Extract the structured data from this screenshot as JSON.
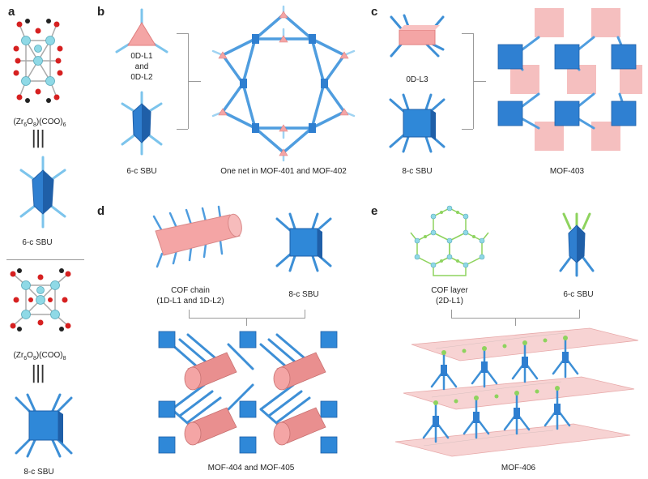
{
  "panels": {
    "a": {
      "label": "a",
      "formula1_main": "(Zr",
      "formula1_sub1": "6",
      "formula1_mid": "O",
      "formula1_sub2": "8",
      "formula1_end": ")(COO)",
      "formula1_sub3": "6",
      "sbu1_caption": "6-c SBU",
      "formula2_main": "(Zr",
      "formula2_sub1": "6",
      "formula2_mid": "O",
      "formula2_sub2": "8",
      "formula2_end": ")(COO)",
      "formula2_sub3": "8",
      "sbu2_caption": "8-c SBU"
    },
    "b": {
      "label": "b",
      "linker_caption_line1": "0D-L1",
      "linker_caption_line2": "and",
      "linker_caption_line3": "0D-L2",
      "sbu_caption": "6-c SBU",
      "net_caption": "One net in MOF-401 and MOF-402"
    },
    "c": {
      "label": "c",
      "linker_caption": "0D-L3",
      "sbu_caption": "8-c SBU",
      "net_caption": "MOF-403"
    },
    "d": {
      "label": "d",
      "chain_caption_line1": "COF chain",
      "chain_caption_line2": "(1D-L1 and 1D-L2)",
      "sbu_caption": "8-c SBU",
      "net_caption": "MOF-404 and MOF-405"
    },
    "e": {
      "label": "e",
      "layer_caption_line1": "COF layer",
      "layer_caption_line2": "(2D-L1)",
      "sbu_caption": "6-c SBU",
      "net_caption": "MOF-406"
    }
  },
  "colors": {
    "sbu_blue": "#2f7fd0",
    "sbu_blue_dark": "#1f5fa8",
    "linker_light_blue": "#7cc4ec",
    "cof_pink": "#f4a5a5",
    "zr_cyan": "#8fd9e6",
    "oxygen_red": "#d62020",
    "layer_green": "#8ed35e"
  }
}
